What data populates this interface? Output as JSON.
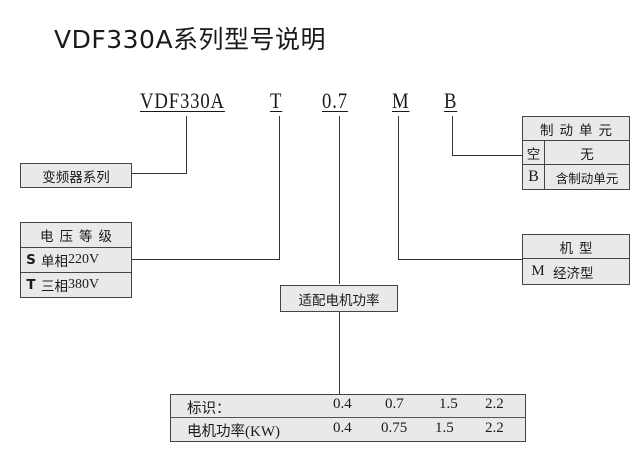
{
  "title": "VDF330A系列型号说明",
  "model_code": {
    "series": "VDF330A",
    "voltage": "T",
    "power": "0.7",
    "type": "M",
    "brake": "B"
  },
  "series_box": {
    "label": "变频器系列"
  },
  "voltage_box": {
    "header": "电压等级",
    "rows": [
      {
        "code": "S",
        "desc_cn": "单相",
        "desc_num": "220V"
      },
      {
        "code": "T",
        "desc_cn": "三相",
        "desc_num": "380V"
      }
    ]
  },
  "power_box": {
    "label": "适配电机功率"
  },
  "brake_box": {
    "header": "制动单元",
    "rows": [
      {
        "code": "空",
        "desc": "无"
      },
      {
        "code": "B",
        "desc": "含制动单元"
      }
    ]
  },
  "type_box": {
    "header": "机型",
    "rows": [
      {
        "code": "M",
        "desc": "经济型"
      }
    ]
  },
  "power_table": {
    "rows": [
      {
        "label": "标识：",
        "values": [
          "0.4",
          "0.7",
          "1.5",
          "2.2"
        ]
      },
      {
        "label_cn": "电机功率",
        "label_unit": "(KW)",
        "values": [
          "0.4",
          "0.75",
          "1.5",
          "2.2"
        ]
      }
    ]
  }
}
